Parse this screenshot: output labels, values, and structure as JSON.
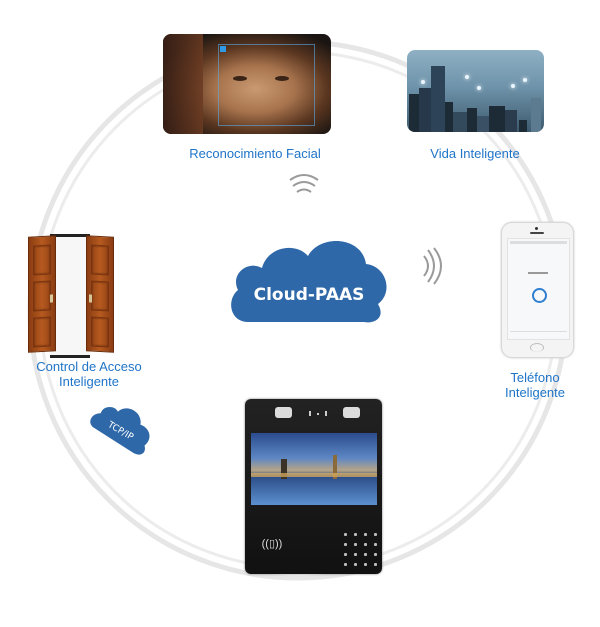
{
  "diagram": {
    "center": {
      "label": "Cloud-PAAS",
      "icon": "cloud-icon",
      "color": "#2f68a8"
    },
    "connection": {
      "label": "TCP/IP",
      "icon": "cloud-icon"
    },
    "nodes": [
      {
        "id": "facial",
        "label": "Reconocimiento Facial",
        "icon": "face-recognition-image"
      },
      {
        "id": "vida",
        "label": "Vida Inteligente",
        "icon": "smart-city-image"
      },
      {
        "id": "phone",
        "label_line1": "Teléfono",
        "label_line2": "Inteligente",
        "icon": "smartphone-image"
      },
      {
        "id": "terminal",
        "label": "",
        "icon": "access-terminal-image"
      },
      {
        "id": "door",
        "label_line1": "Control de Acceso",
        "label_line2": "Inteligente",
        "icon": "door-image"
      }
    ],
    "signals": [
      "wireless-signal-icon",
      "wireless-signal-icon"
    ],
    "colors": {
      "label": "#1f74c8",
      "cloud": "#2f68a8",
      "ring": "#e2e2e2"
    }
  }
}
